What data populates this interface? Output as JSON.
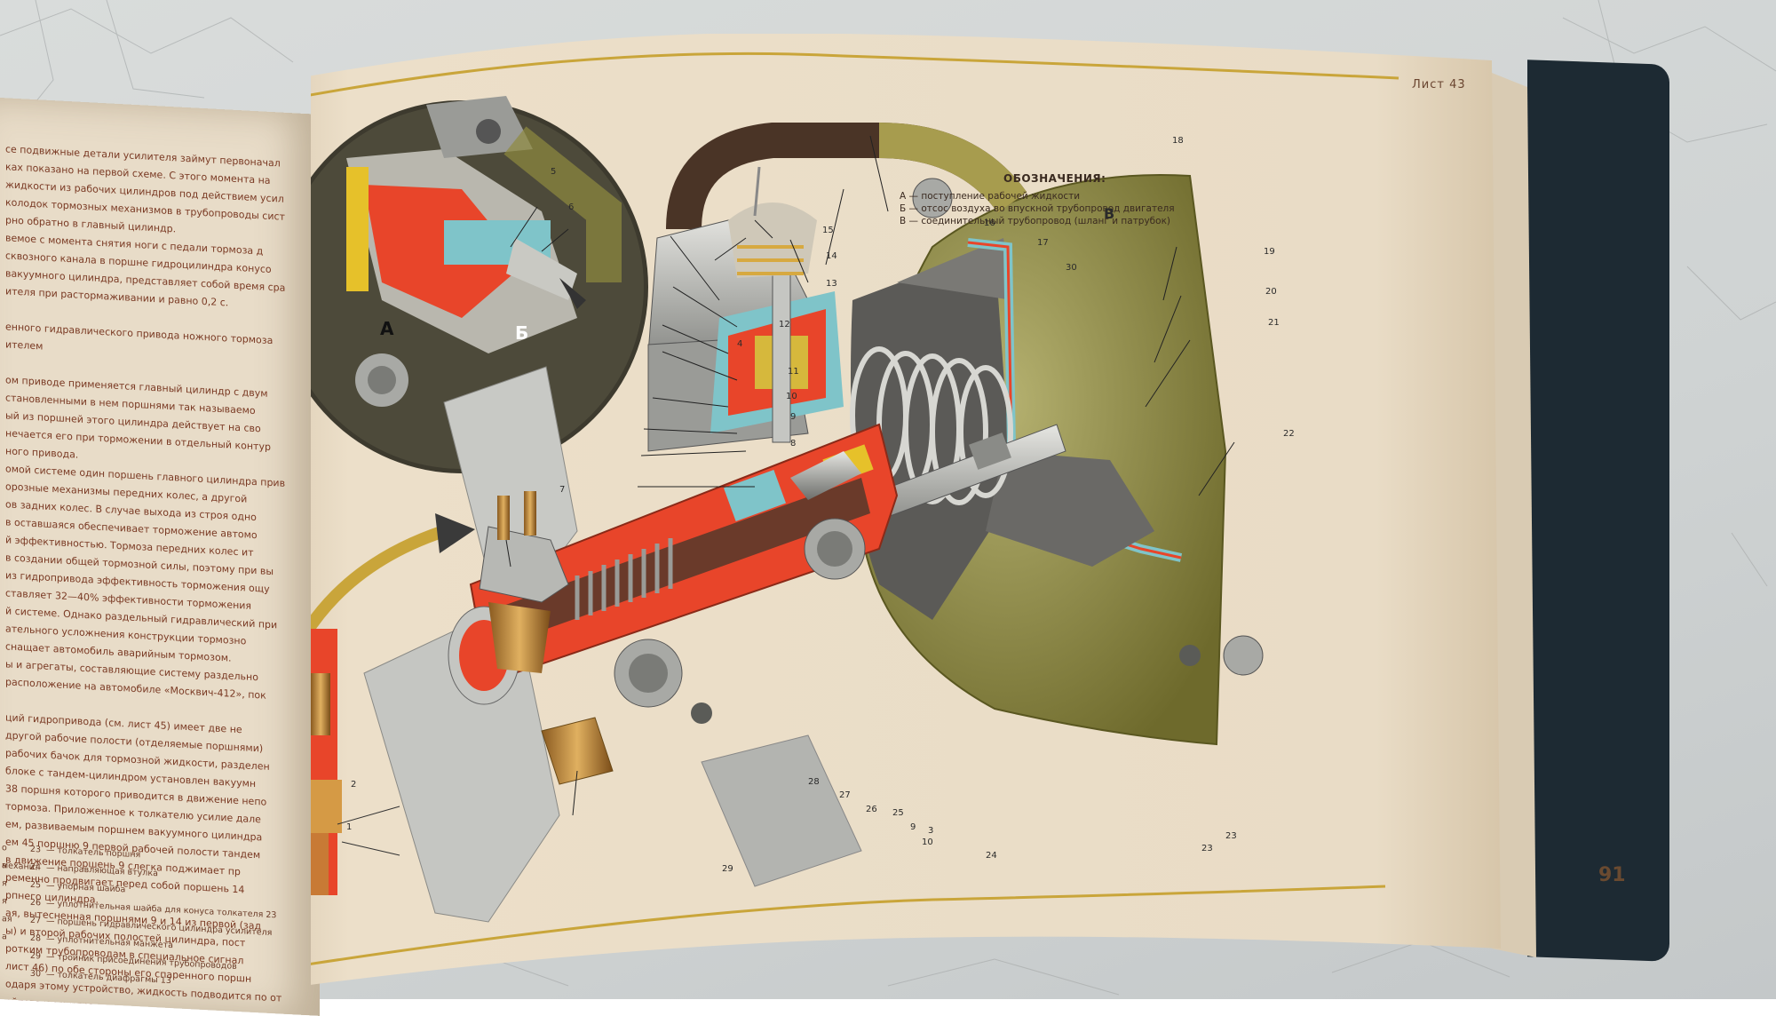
{
  "left_page": {
    "paragraphs": [
      "се подвижные детали усилителя займут первоначал",
      "ках показано на первой схеме. С этого момента на",
      "жидкости из рабочих цилиндров под действием усил",
      "колодок тормозных механизмов в трубопроводы сист",
      "рно обратно в главный цилиндр.",
      "вемое с момента снятия ноги с педали тормоза д",
      "сквозного канала в поршне гидроцилиндра конусо",
      "вакуумного цилиндра, представляет собой время сра",
      "ителя при растормаживании и равно 0,2 с.",
      "",
      "енного гидравлического привода ножного тормоза",
      "ителем",
      "",
      "ом приводе применяется главный цилиндр с двум",
      "становленными в нем поршнями так называемо",
      "ый из поршней этого цилиндра действует на сво",
      "нечается его при торможении в отдельный контур",
      "ного привода.",
      "омой системе один поршень главного цилиндра прив",
      "орозные механизмы передних колес, а другой",
      "ов задних колес. В случае выхода из строя одно",
      "в оставшаяся обеспечивает торможение автомо",
      "й эффективностью. Тормоза передних колес ит",
      "в создании общей тормозной силы, поэтому при вы",
      "из гидропривода эффективность торможения ощу",
      "ставляет 32—40% эффективности торможения",
      "й системе. Однако раздельный гидравлический при",
      "ательного усложнения конструкции тормозно",
      "снащает автомобиль аварийным тормозом.",
      "ы и агрегаты, составляющие систему раздельно",
      "расположение на автомобиле «Москвич-412», пок",
      "",
      "ций гидропривода (см. лист 45) имеет две не",
      "другой рабочие полости (отделяемые поршнями)",
      "рабочих бачок для тормозной жидкости, разделен",
      "блоке с тандем-цилиндром установлен вакуумн",
      "38 поршня которого приводится в движение непо",
      "тормоза. Приложенное к толкателю усилие дале",
      "ем, развиваемым поршнем вакуумного цилиндра",
      "ем 45 поршню 9 первой рабочей полости тандем",
      "в движение поршень 9 слегка поджимает пр",
      "ременно продвигает перед собой поршень 14",
      "рпнего цилиндра.",
      "ая, вытесненная поршнями 9 и 14 из первой (зад",
      "ы) и второй рабочих полостей цилиндра, пост",
      "ротким трубопроводам в специальное сигнал",
      "лист 46) по обе стороны его спаренного поршн",
      "одаря этому устройство, жидкость подводится по от",
      "ейтого цилиндра."
    ],
    "legend": [
      {
        "num": "23",
        "text": "— толкатель поршня"
      },
      {
        "num": "24",
        "text": "— направляющая втулка"
      },
      {
        "num": "25",
        "text": "— упорная шайба"
      },
      {
        "num": "26",
        "text": "— уплотнительная шайба для конуса толкателя 23"
      },
      {
        "num": "27",
        "text": "— поршень гидравлического цилиндра усилителя"
      },
      {
        "num": "28",
        "text": "— уплотнительная манжета"
      },
      {
        "num": "29",
        "text": "— тройник присоединения трубопроводов"
      },
      {
        "num": "30",
        "text": "— толкатель диафрагмы 13"
      }
    ],
    "legend_fragments": [
      "о механиз-",
      "а",
      "я",
      "я",
      "ая",
      "а"
    ]
  },
  "right_page": {
    "sheet_label": "Лист 43",
    "page_number": "91",
    "legend_title": "ОБОЗНАЧЕНИЯ:",
    "legend_items": [
      "А — поступление рабочей жидкости",
      "Б — отсос воздуха во впускной трубопровод двигателя",
      "В — соединительный трубопровод (шланг и патрубок)"
    ],
    "inset_letters": [
      "А",
      "Б"
    ],
    "letter_b": "В",
    "callouts": [
      "1",
      "2",
      "3",
      "4",
      "5",
      "6",
      "7",
      "8",
      "9",
      "10",
      "11",
      "12",
      "13",
      "14",
      "15",
      "16",
      "17",
      "18",
      "19",
      "20",
      "21",
      "22",
      "23",
      "24",
      "25",
      "26",
      "27",
      "28",
      "29",
      "30",
      "9",
      "10",
      "23"
    ]
  },
  "colors": {
    "paper": "#e9dcc6",
    "line_gold": "#c9a53a",
    "section_red": "#e8452a",
    "olive": "#8e8a3e",
    "steel": "#b7b8b4",
    "cyan": "#7fc4c9",
    "cover": "#1d2a33"
  }
}
